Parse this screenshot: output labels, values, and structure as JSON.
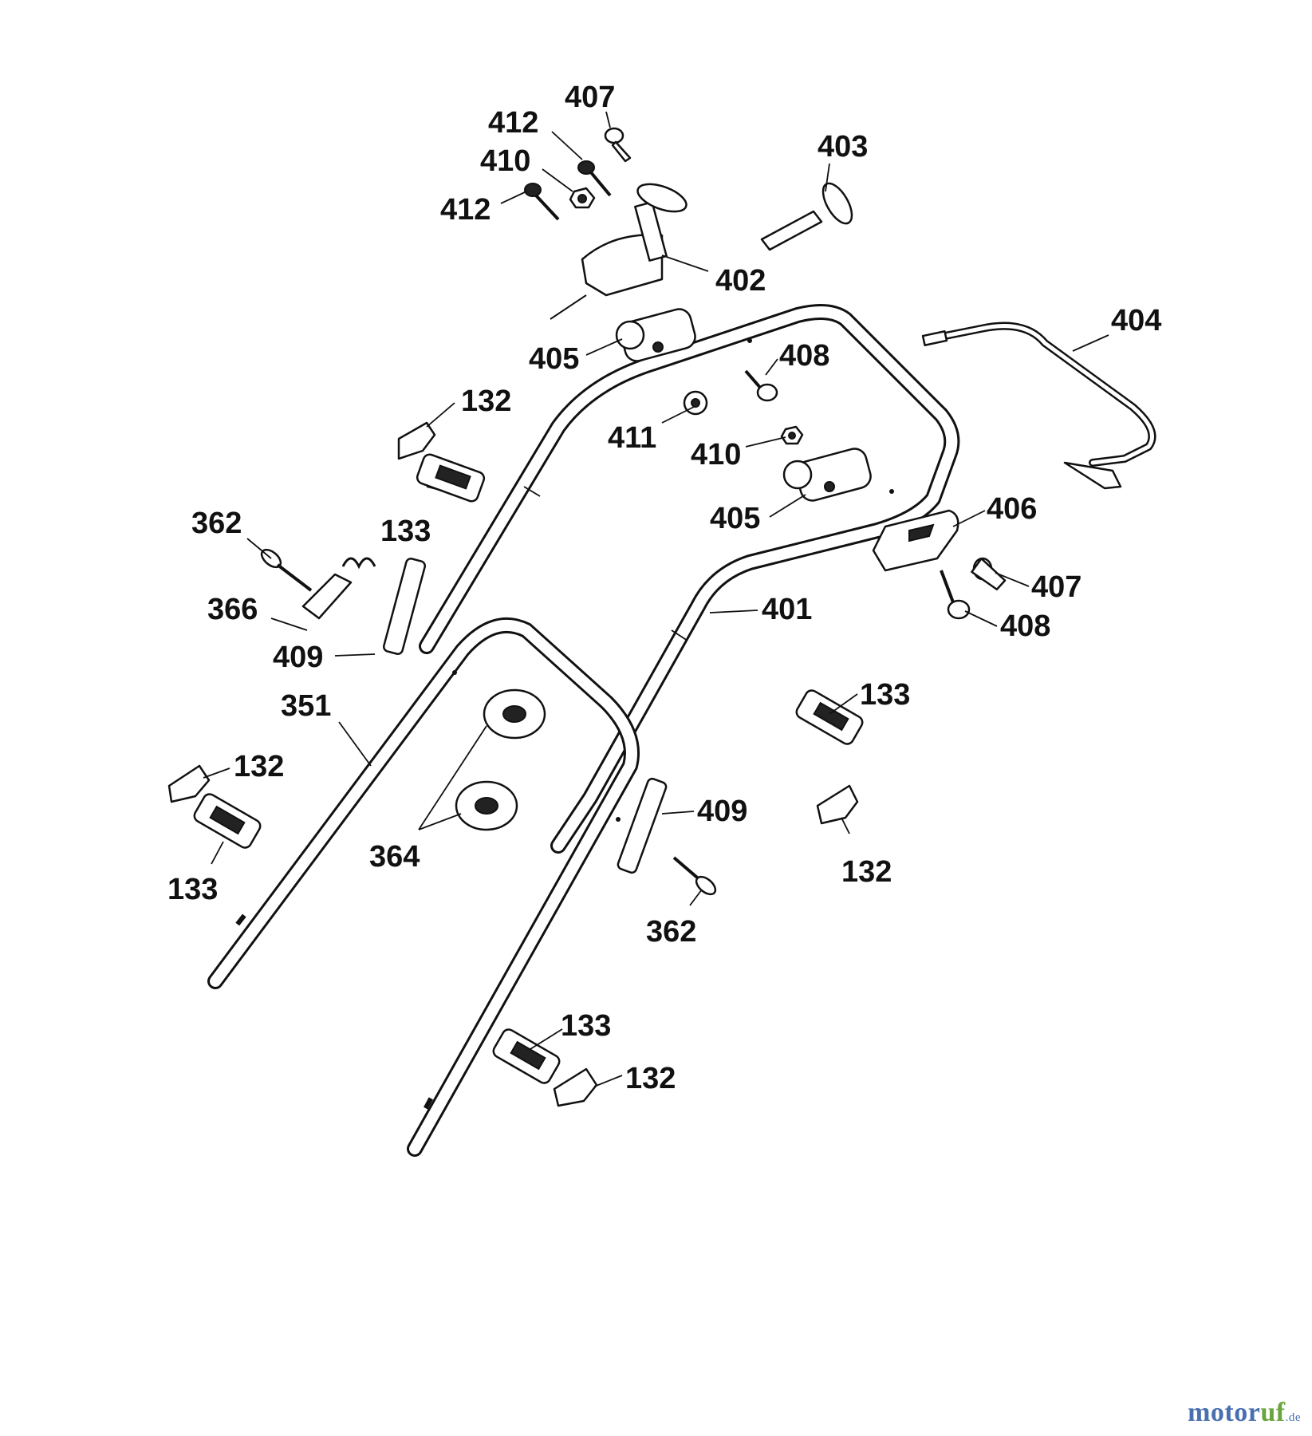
{
  "labels": {
    "l407a": "407",
    "l412a": "412",
    "l410a": "410",
    "l412b": "412",
    "l403": "403",
    "l402": "402",
    "l405a": "405",
    "l404": "404",
    "l408a": "408",
    "l132a": "132",
    "l411": "411",
    "l410b": "410",
    "l405b": "405",
    "l406": "406",
    "l133a": "133",
    "l362a": "362",
    "l407b": "407",
    "l366": "366",
    "l401": "401",
    "l408b": "408",
    "l409a": "409",
    "l351": "351",
    "l133b": "133",
    "l132b": "132",
    "l409b": "409",
    "l364": "364",
    "l133c": "133",
    "l132c": "132",
    "l362b": "362",
    "l133d": "133",
    "l132d": "132"
  },
  "watermark": {
    "part1": "motor",
    "part2": "uf",
    "tld": ".de"
  }
}
